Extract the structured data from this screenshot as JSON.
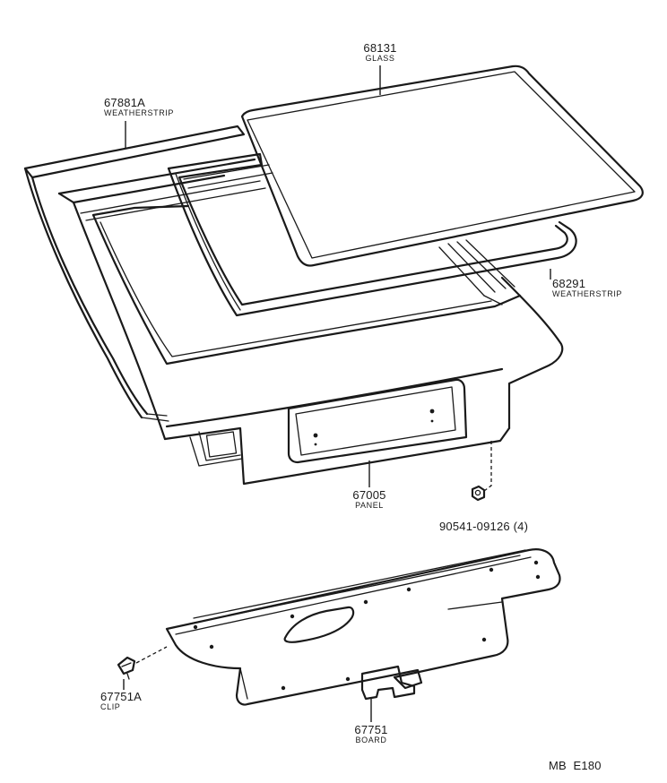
{
  "diagram": {
    "parts": [
      {
        "id": "glass",
        "part_number": "68131",
        "description": "GLASS"
      },
      {
        "id": "weatherstrip-outer",
        "part_number": "67881A",
        "description": "WEATHERSTRIP"
      },
      {
        "id": "weatherstrip-glass",
        "part_number": "68291",
        "description": "WEATHERSTRIP"
      },
      {
        "id": "panel",
        "part_number": "67005",
        "description": "PANEL"
      },
      {
        "id": "nut",
        "part_number": "90541-09126 (4)",
        "description": ""
      },
      {
        "id": "clip",
        "part_number": "67751A",
        "description": "CLIP"
      },
      {
        "id": "board",
        "part_number": "67751",
        "description": "BOARD"
      }
    ],
    "code": "MB  E180"
  }
}
